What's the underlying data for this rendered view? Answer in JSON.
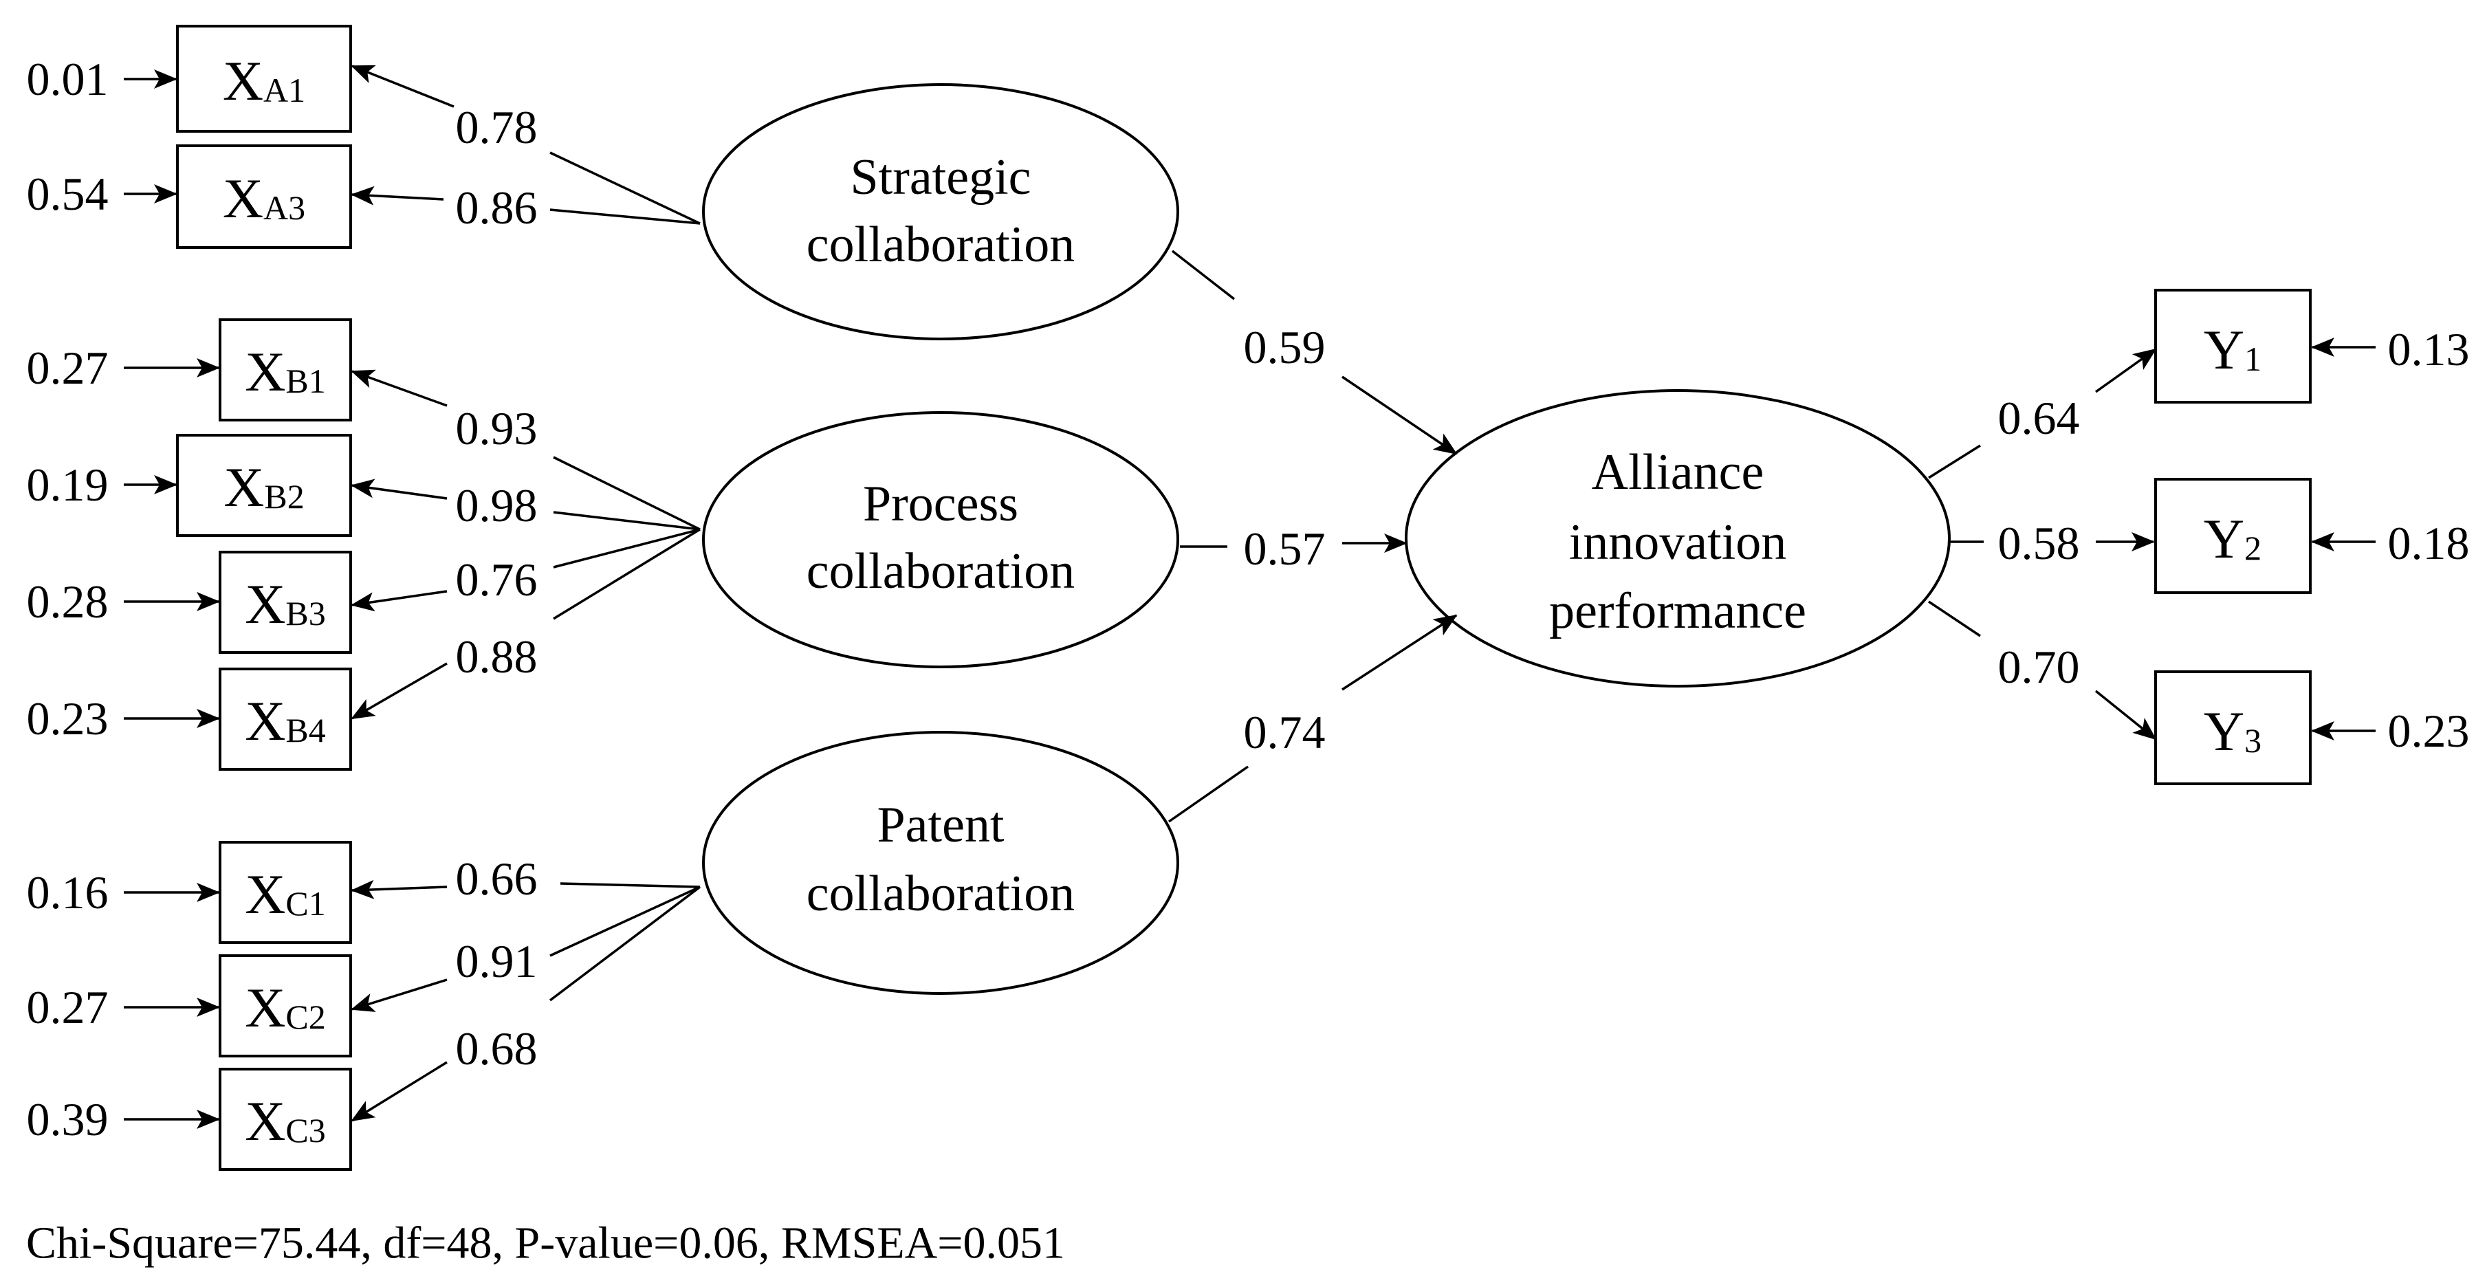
{
  "latents": {
    "strategic": [
      "Strategic",
      "collaboration"
    ],
    "process": [
      "Process",
      "collaboration"
    ],
    "patent": [
      "Patent",
      "collaboration"
    ],
    "alliance": [
      "Alliance",
      "innovation",
      "performance"
    ]
  },
  "indicators": {
    "xa1": {
      "base": "X",
      "sub": "A1",
      "error": "0.01",
      "loading": "0.78"
    },
    "xa3": {
      "base": "X",
      "sub": "A3",
      "error": "0.54",
      "loading": "0.86"
    },
    "xb1": {
      "base": "X",
      "sub": "B1",
      "error": "0.27",
      "loading": "0.93"
    },
    "xb2": {
      "base": "X",
      "sub": "B2",
      "error": "0.19",
      "loading": "0.98"
    },
    "xb3": {
      "base": "X",
      "sub": "B3",
      "error": "0.28",
      "loading": "0.76"
    },
    "xb4": {
      "base": "X",
      "sub": "B4",
      "error": "0.23",
      "loading": "0.88"
    },
    "xc1": {
      "base": "X",
      "sub": "C1",
      "error": "0.16",
      "loading": "0.66"
    },
    "xc2": {
      "base": "X",
      "sub": "C2",
      "error": "0.27",
      "loading": "0.91"
    },
    "xc3": {
      "base": "X",
      "sub": "C3",
      "error": "0.39",
      "loading": "0.68"
    },
    "y1": {
      "base": "Y",
      "sub": "1",
      "error": "0.13",
      "loading": "0.64"
    },
    "y2": {
      "base": "Y",
      "sub": "2",
      "error": "0.18",
      "loading": "0.58"
    },
    "y3": {
      "base": "Y",
      "sub": "3",
      "error": "0.23",
      "loading": "0.70"
    }
  },
  "paths": {
    "strategic": "0.59",
    "process": "0.57",
    "patent": "0.74"
  },
  "fit": "Chi-Square=75.44, df=48, P-value=0.06, RMSEA=0.051"
}
